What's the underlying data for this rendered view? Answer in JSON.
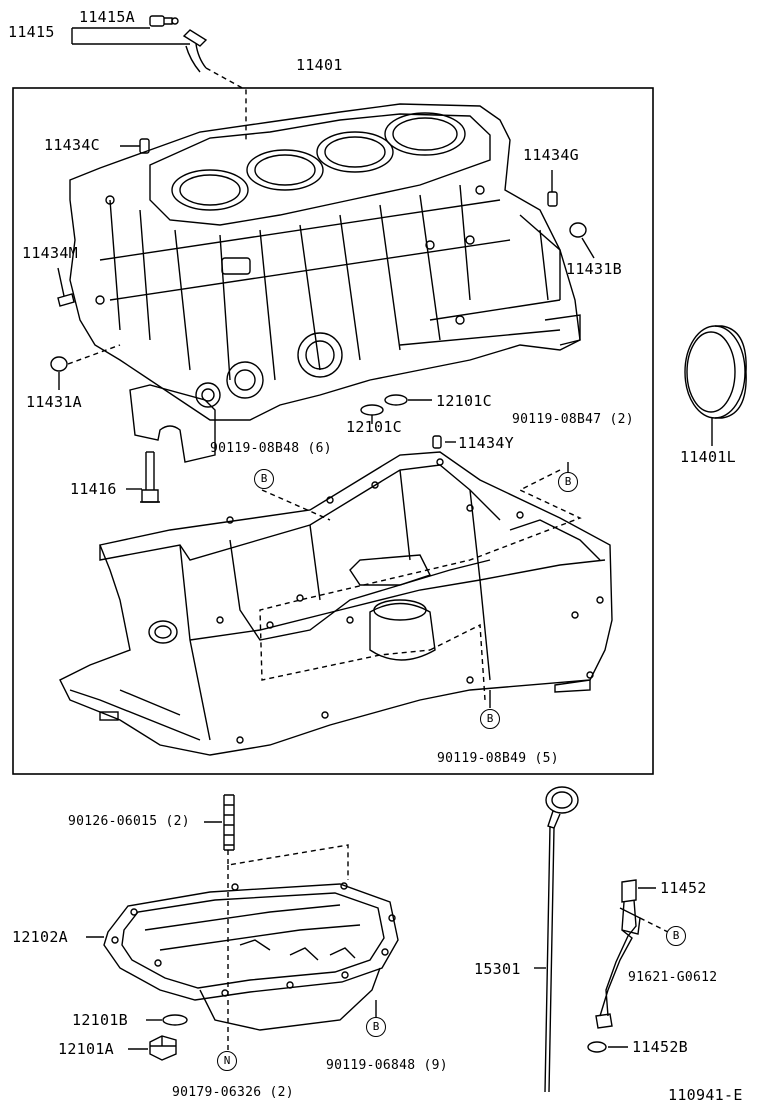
{
  "labels": {
    "p11415": "11415",
    "p11415a": "11415A",
    "p11401": "11401",
    "p11434c": "11434C",
    "p11434g": "11434G",
    "p11434m": "11434M",
    "p11431b": "11431B",
    "p11431a": "11431A",
    "p12101c_top": "12101C",
    "p12101c_bot": "12101C",
    "p90119_08b47": "90119-08B47 (2)",
    "p90119_08b48": "90119-08B48 (6)",
    "p11434y": "11434Y",
    "p11401l": "11401L",
    "p11416": "11416",
    "p90119_08b49": "90119-08B49 (5)",
    "p90126_06015": "90126-06015 (2)",
    "p12102a": "12102A",
    "p12101b": "12101B",
    "p12101a": "12101A",
    "p90179_06326": "90179-06326 (2)",
    "p90119_06848": "90119-06848 (9)",
    "p15301": "15301",
    "p11452": "11452",
    "p91621_g0612": "91621-G0612",
    "p11452b": "11452B",
    "diagram_id": "110941-E"
  },
  "callouts": {
    "b": "B",
    "n": "N"
  }
}
